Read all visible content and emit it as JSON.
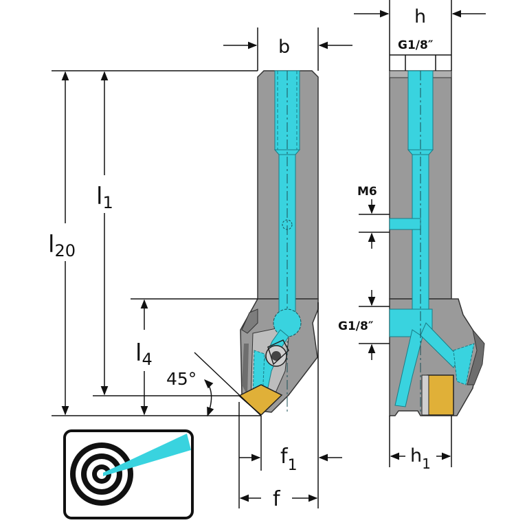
{
  "labels": {
    "b": "b",
    "h": "h",
    "g_top": "G1/8″",
    "l1": "l",
    "l1_sub": "1",
    "l20": "l",
    "l20_sub": "20",
    "l4": "l",
    "l4_sub": "4",
    "angle": "45°",
    "m6": "M6",
    "g_side": "G1/8″",
    "f1": "f",
    "f1_sub": "1",
    "f": "f",
    "h1": "h",
    "h1_sub": "1"
  },
  "icons": {
    "coolant_symbol": "target-coolant-icon"
  },
  "colors": {
    "body_gray": "#9a9a9a",
    "body_dark": "#6e6e6e",
    "coolant": "#39d3df",
    "insert": "#e0b038",
    "line": "#111111"
  }
}
